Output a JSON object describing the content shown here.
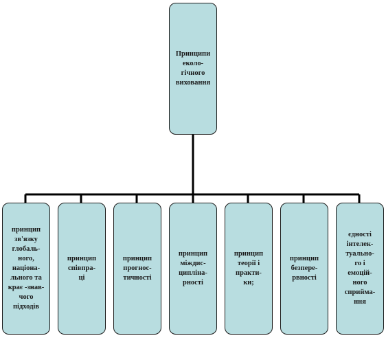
{
  "root": {
    "label": "Принципи\neколо-\nгічного\nвиховання"
  },
  "children": [
    {
      "label": "принцип\nзв'язку\nглобаль-\nного,\nнаціона-\nльного та\nкрає -знав-\nчого\nпідходів"
    },
    {
      "label": "принцип\nспівпра-\nці"
    },
    {
      "label": "принцип\nпрогнос-\nтичності"
    },
    {
      "label": "принцип\nміждис-\nциплiна-\nрності"
    },
    {
      "label": "принцип\nтеорії і\nпракти-\nки;"
    },
    {
      "label": "принцип\nбезпере-\nрвності"
    },
    {
      "label": "єдності\nінтелек-\nтуально-\nго і\nемоцій-\nного\nсприйма-\nння"
    }
  ],
  "colors": {
    "box_fill": "#b8dde0",
    "line": "#000000"
  }
}
